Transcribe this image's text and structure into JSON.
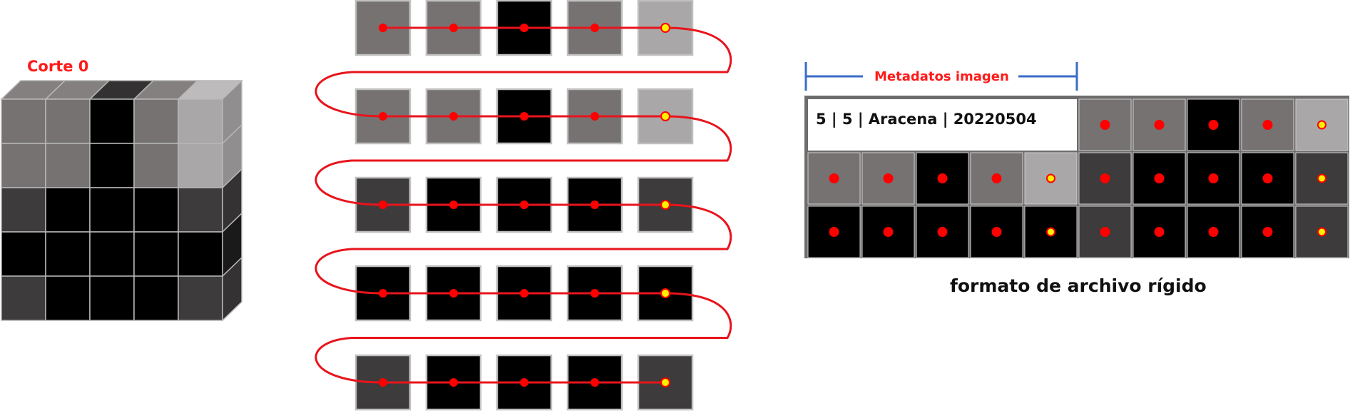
{
  "slice_label": "Corte 0",
  "metadata_label": "Metadatos imagen",
  "metadata_text": "5 | 5 | Aracena | 20220504",
  "format_caption": "formato de archivo rígido",
  "colors": {
    "light": "#a9a7a7",
    "mid": "#767272",
    "dark": "#3d3b3b",
    "black": "#000000",
    "path_red": "#e8141c",
    "dot_red": "#ff0000",
    "end_dot": "#ffef00",
    "bracket_blue": "#3a6cc8",
    "frame": "#6e6c6c"
  },
  "cube": {
    "front_rows": [
      [
        "mid",
        "mid",
        "black",
        "mid",
        "light"
      ],
      [
        "mid",
        "mid",
        "black",
        "mid",
        "light"
      ],
      [
        "dark",
        "black",
        "black",
        "black",
        "dark"
      ],
      [
        "black",
        "black",
        "black",
        "black",
        "black"
      ],
      [
        "dark",
        "black",
        "black",
        "black",
        "dark"
      ]
    ],
    "top_row": [
      "mid",
      "mid",
      "dark",
      "mid",
      "light"
    ]
  },
  "grid_rows": [
    [
      "mid",
      "mid",
      "black",
      "mid",
      "light"
    ],
    [
      "mid",
      "mid",
      "black",
      "mid",
      "light"
    ],
    [
      "dark",
      "black",
      "black",
      "black",
      "dark"
    ],
    [
      "black",
      "black",
      "black",
      "black",
      "black"
    ],
    [
      "dark",
      "black",
      "black",
      "black",
      "dark"
    ]
  ],
  "file_layout": [
    [
      "header",
      "mid",
      "mid",
      "black",
      "mid",
      "light"
    ],
    [
      "mid",
      "mid",
      "black",
      "mid",
      "light",
      "dark",
      "black",
      "black",
      "black",
      "dark"
    ],
    [
      "black",
      "black",
      "black",
      "black",
      "black",
      "dark",
      "black",
      "black",
      "black",
      "dark"
    ]
  ]
}
